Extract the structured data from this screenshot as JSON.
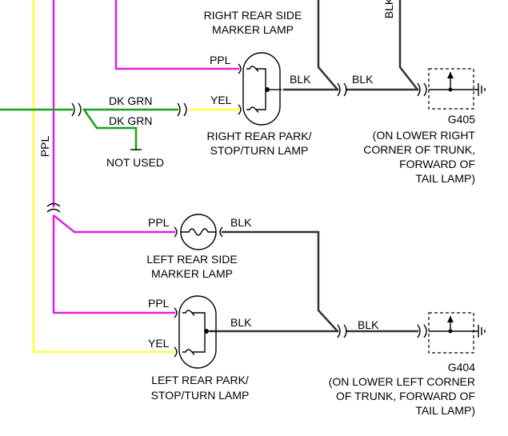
{
  "colors": {
    "ppl": "#e020e0",
    "yel": "#ffff40",
    "grn": "#18a018",
    "blk": "#333333"
  },
  "labels": {
    "right_side_marker": [
      "RIGHT REAR SIDE",
      "MARKER LAMP"
    ],
    "right_park": [
      "RIGHT REAR PARK/",
      "STOP/TURN LAMP"
    ],
    "left_side_marker": [
      "LEFT REAR SIDE",
      "MARKER LAMP"
    ],
    "left_park": [
      "LEFT REAR PARK/",
      "STOP/TURN LAMP"
    ],
    "g405": [
      "G405",
      "(ON LOWER RIGHT",
      "CORNER OF TRUNK,",
      "FORWARD OF",
      "TAIL LAMP)"
    ],
    "g404": [
      "G404",
      "(ON LOWER LEFT CORNER",
      "OF TRUNK, FORWARD OF",
      "TAIL LAMP)"
    ],
    "not_used": "NOT USED",
    "top_blk": "BLK"
  },
  "wires": {
    "ppl": "PPL",
    "yel": "YEL",
    "blk": "BLK",
    "dk_grn": "DK GRN"
  }
}
